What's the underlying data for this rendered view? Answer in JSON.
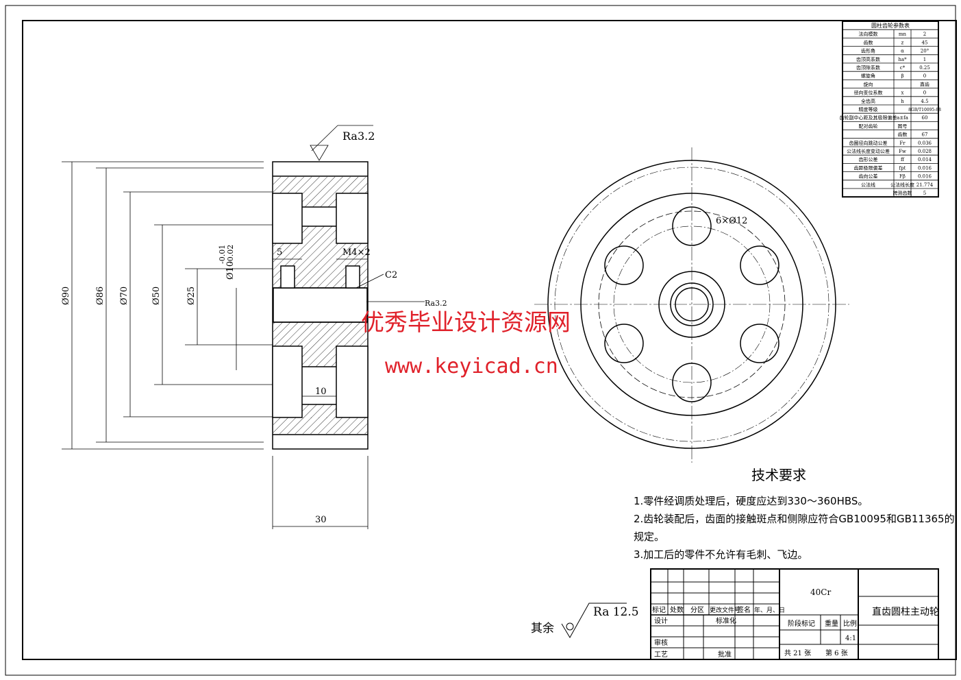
{
  "dimensions": {
    "d90": "Ø90",
    "d86": "Ø86",
    "d70": "Ø70",
    "d50": "Ø50",
    "d25": "Ø25",
    "d10": "Ø10",
    "tol_upper": "-0.01",
    "tol_lower": "-0.02",
    "width5": "5",
    "thread": "M4×2",
    "chamfer": "C2",
    "width10": "10",
    "width30": "30",
    "holes": "6×Ø12",
    "ra_top": "Ra3.2",
    "ra_bore": "Ra3.2"
  },
  "rest_roughness": {
    "label": "其余",
    "value": "Ra 12.5"
  },
  "watermark": {
    "cn": "优秀毕业设计资源网",
    "url": "www.keyicad.cn"
  },
  "tech_req": {
    "title": "技术要求",
    "items": [
      "1.零件经调质处理后，硬度应达到330～360HBS。",
      "2.齿轮装配后，齿面的接触斑点和侧隙应符合GB10095和GB11365的",
      "规定。",
      "3.加工后的零件不允许有毛刺、飞边。"
    ]
  },
  "param_table": {
    "title": "圆柱齿轮参数表",
    "rows": [
      [
        "法向模数",
        "mn",
        "2"
      ],
      [
        "齿数",
        "z",
        "45"
      ],
      [
        "齿形角",
        "α",
        "20°"
      ],
      [
        "齿顶高系数",
        "ha*",
        "1"
      ],
      [
        "齿顶隙系数",
        "c*",
        "0.25"
      ],
      [
        "螺旋角",
        "β",
        "0"
      ],
      [
        "旋向",
        "",
        "直齿"
      ],
      [
        "径向变位系数",
        "x",
        "0"
      ],
      [
        "全齿高",
        "h",
        "4.5"
      ],
      [
        "精度等级",
        "",
        "8GB/T10095-88"
      ],
      [
        "齿轮副中心距及其极限偏差",
        "a±fa",
        "60"
      ],
      [
        "配对齿轮",
        "图号",
        ""
      ],
      [
        "",
        "齿数",
        "67"
      ],
      [
        "齿圈径向跳动公差",
        "Fr",
        "0.036"
      ],
      [
        "公法线长度变动公差",
        "Fw",
        "0.028"
      ],
      [
        "齿形公差",
        "ff",
        "0.014"
      ],
      [
        "齿距极限偏差",
        "fpt",
        "0.016"
      ],
      [
        "齿向公差",
        "Fβ",
        "0.016"
      ],
      [
        "公法线",
        "公法线长度",
        "21.774"
      ],
      [
        "",
        "跨测齿数",
        "5"
      ]
    ]
  },
  "title_block": {
    "material": "40Cr",
    "part_name": "直齿圆柱主动轮",
    "headers": [
      "标记",
      "处数",
      "分区",
      "更改文件号",
      "签名",
      "年、月、日"
    ],
    "design": "设计",
    "standard": "标准化",
    "review": "审核",
    "process": "工艺",
    "approve": "批准",
    "stage": "阶段标记",
    "weight": "重量",
    "scale_label": "比例",
    "scale": "4:1",
    "sheets": "共 21 张",
    "sheet": "第 6 张"
  }
}
